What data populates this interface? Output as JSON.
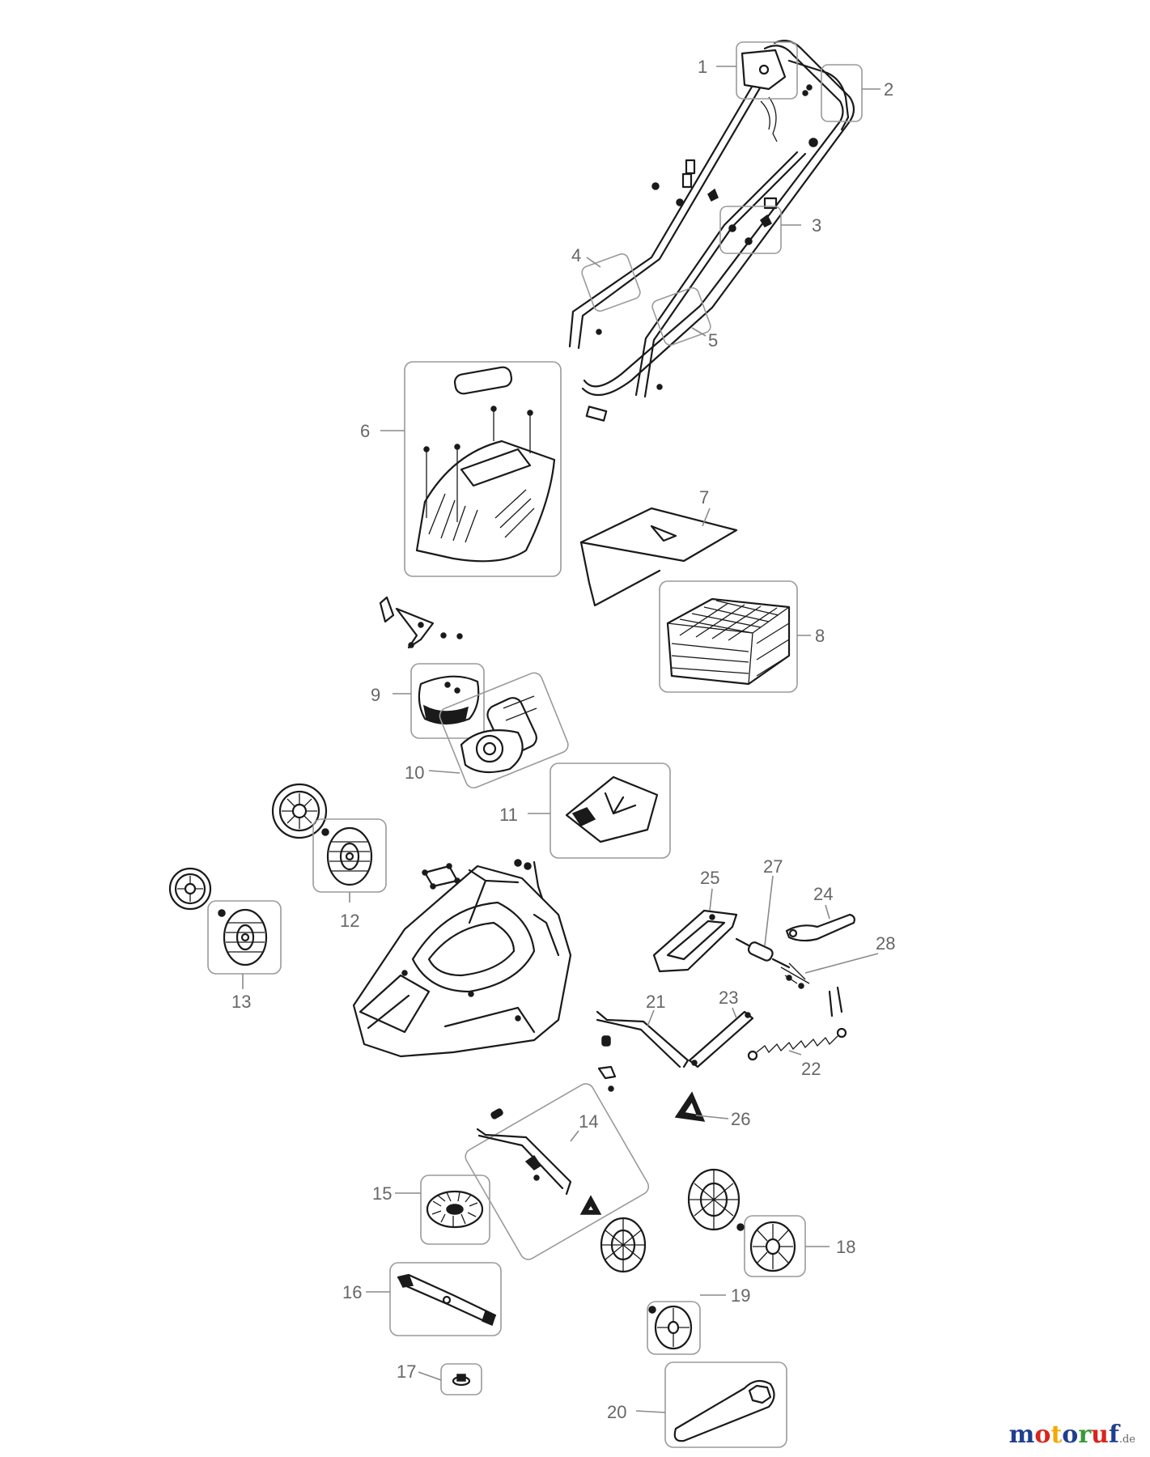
{
  "labels": [
    "1",
    "2",
    "3",
    "4",
    "5",
    "6",
    "7",
    "8",
    "9",
    "10",
    "11",
    "12",
    "13",
    "14",
    "15",
    "16",
    "17",
    "18",
    "19",
    "20",
    "21",
    "22",
    "23",
    "24",
    "25",
    "26",
    "27",
    "28"
  ],
  "watermark": {
    "letters": [
      {
        "ch": "m",
        "color": "#1f3f8f"
      },
      {
        "ch": "o",
        "color": "#d8251d"
      },
      {
        "ch": "t",
        "color": "#f2a900"
      },
      {
        "ch": "o",
        "color": "#1f3f8f"
      },
      {
        "ch": "r",
        "color": "#3a9a35"
      },
      {
        "ch": "u",
        "color": "#d8251d"
      },
      {
        "ch": "f",
        "color": "#1f3f8f"
      }
    ],
    "suffix": ".de"
  }
}
